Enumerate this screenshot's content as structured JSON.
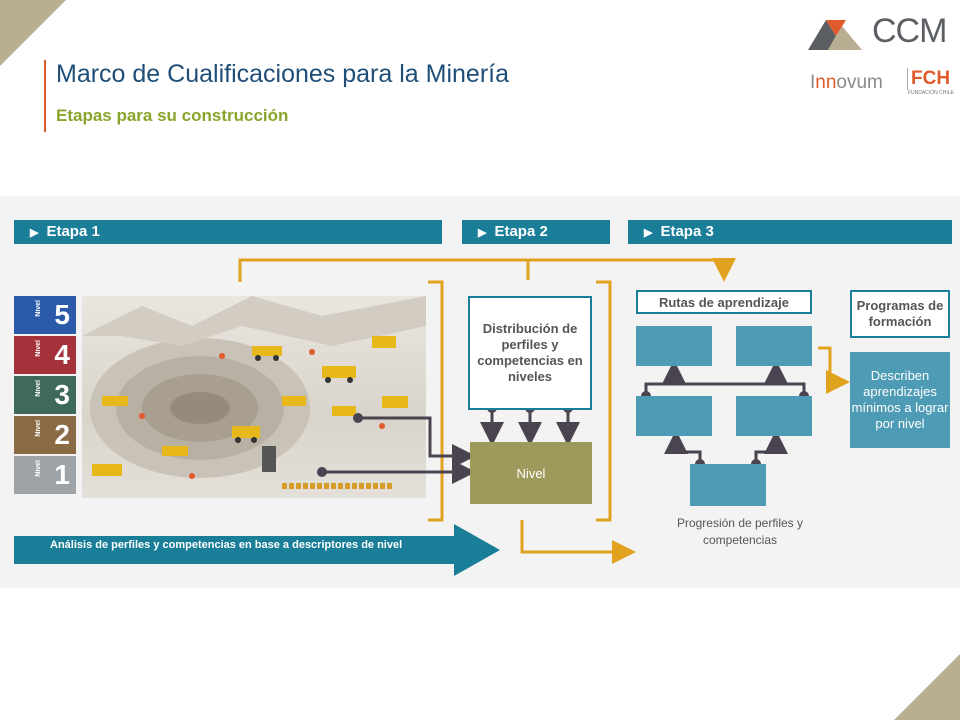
{
  "header": {
    "title": "Marco de Cualificaciones para la Minería",
    "subtitle": "Etapas para su construcción"
  },
  "logos": {
    "ccm": "CCM",
    "innovum_prefix": "I",
    "innovum_accent": "nn",
    "innovum_suffix": "ovum",
    "fch": "FCH",
    "fundacion": "FUNDACIÓN CHILE"
  },
  "stages": [
    {
      "label": "Etapa 1"
    },
    {
      "label": "Etapa 2"
    },
    {
      "label": "Etapa 3"
    }
  ],
  "levels": [
    "5",
    "4",
    "3",
    "2",
    "1"
  ],
  "level_tag": "Nivel",
  "diagram": {
    "distribucion": "Distribución de perfiles y competencias en niveles",
    "nivel": "Nivel",
    "rutas": "Rutas de aprendizaje",
    "programas": "Programas de formación",
    "describen": "Describen aprendizajes mínimos a lograr por nivel",
    "progresion": "Progresión de perfiles y competencias",
    "analisis": "Análisis de perfiles y competencias en base a descriptores de nivel"
  },
  "colors": {
    "teal": "#1a7e98",
    "light_teal": "#4e9bb5",
    "gold": "#e1a31f",
    "olive": "#9d9a5c",
    "dark_arrow": "#4a4450",
    "title_blue": "#1f4e79",
    "subtitle_green": "#8aa52c",
    "accent_orange": "#e05a2b",
    "corner_tan": "#b9ae91"
  },
  "icons": [
    "play-triangle-icon",
    "mine-illustration",
    "ccm-logo-icon"
  ]
}
